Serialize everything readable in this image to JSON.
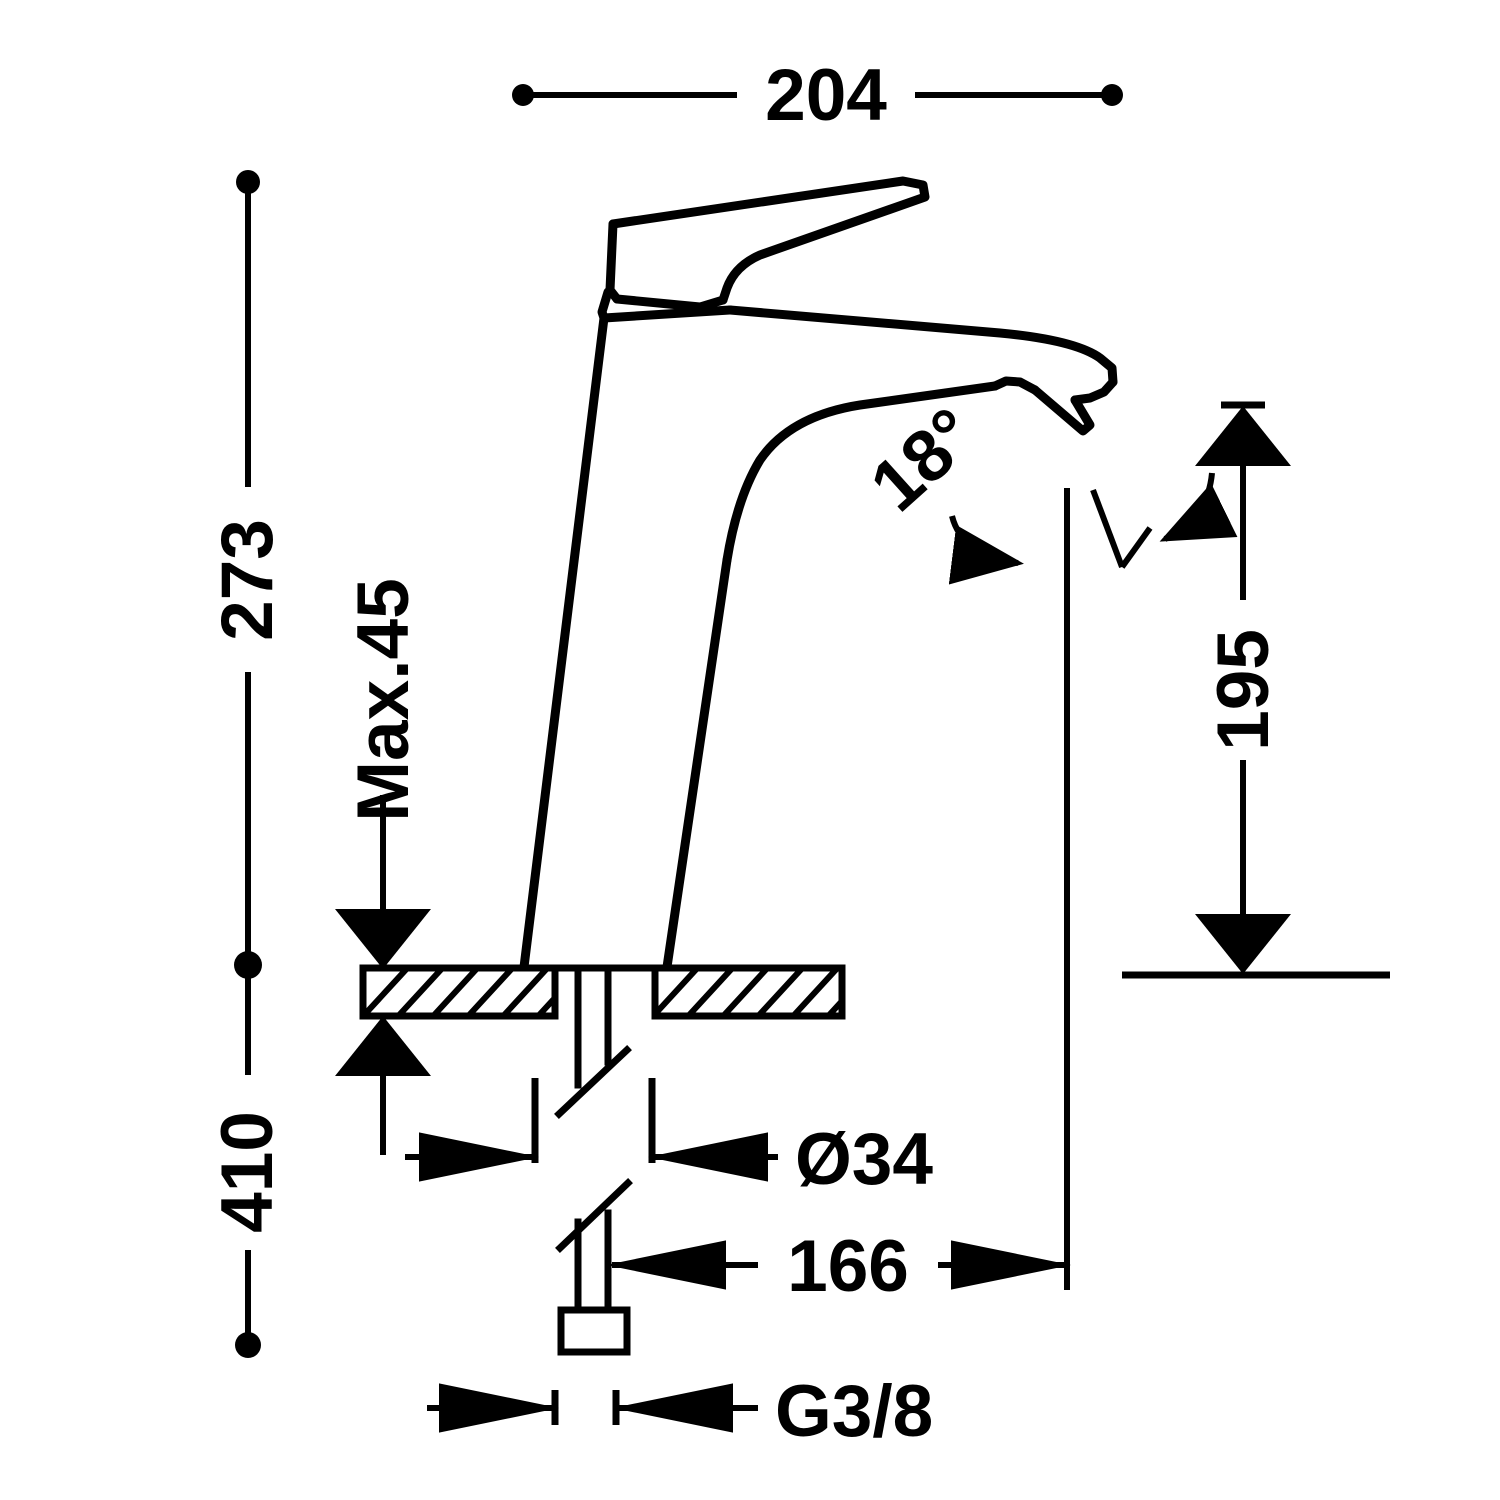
{
  "drawing": {
    "type": "technical-dimension-drawing",
    "subject": "single-lever basin mixer tap (tall washbasin faucet)",
    "units": "mm",
    "line_color": "#000000",
    "background_color": "#ffffff",
    "view": "side elevation / section"
  },
  "dimensions": {
    "overall_width": {
      "label": "204",
      "orientation": "horizontal",
      "position": "top",
      "terminator": "dot"
    },
    "height_above_deck": {
      "label": "273",
      "orientation": "vertical-rotated",
      "position": "left-upper",
      "terminator": "dot"
    },
    "total_height": {
      "label": "410",
      "orientation": "vertical-rotated",
      "position": "left-lower",
      "terminator": "dot"
    },
    "max_deck_thickness": {
      "label": "Max.45",
      "orientation": "vertical-rotated",
      "position": "left-of-body",
      "terminator": "arrow-inward"
    },
    "spout_height": {
      "label": "195",
      "orientation": "vertical-rotated",
      "position": "right",
      "terminator": "arrow-outward"
    },
    "spout_projection": {
      "label": "166",
      "orientation": "horizontal",
      "position": "lower-right",
      "terminator": "arrow-outward"
    },
    "shank_diameter": {
      "label": "Ø34",
      "orientation": "horizontal",
      "position": "below-deck",
      "terminator": "arrow-inward"
    },
    "supply_thread": {
      "label": "G3/8",
      "orientation": "horizontal",
      "position": "bottom",
      "terminator": "arrow-inward"
    },
    "outlet_angle": {
      "label": "18°",
      "orientation": "rotated-arc",
      "position": "right-of-spout",
      "terminator": "curved-arrow"
    }
  },
  "parts": {
    "lever_handle": "lever-handle",
    "body_column": "faucet-body-column",
    "spout": "spout",
    "aerator": "aerator-outlet",
    "deck_plate": "hatched-counter-deck",
    "shank": "threaded-shank",
    "supply_fitting": "supply-connector"
  }
}
